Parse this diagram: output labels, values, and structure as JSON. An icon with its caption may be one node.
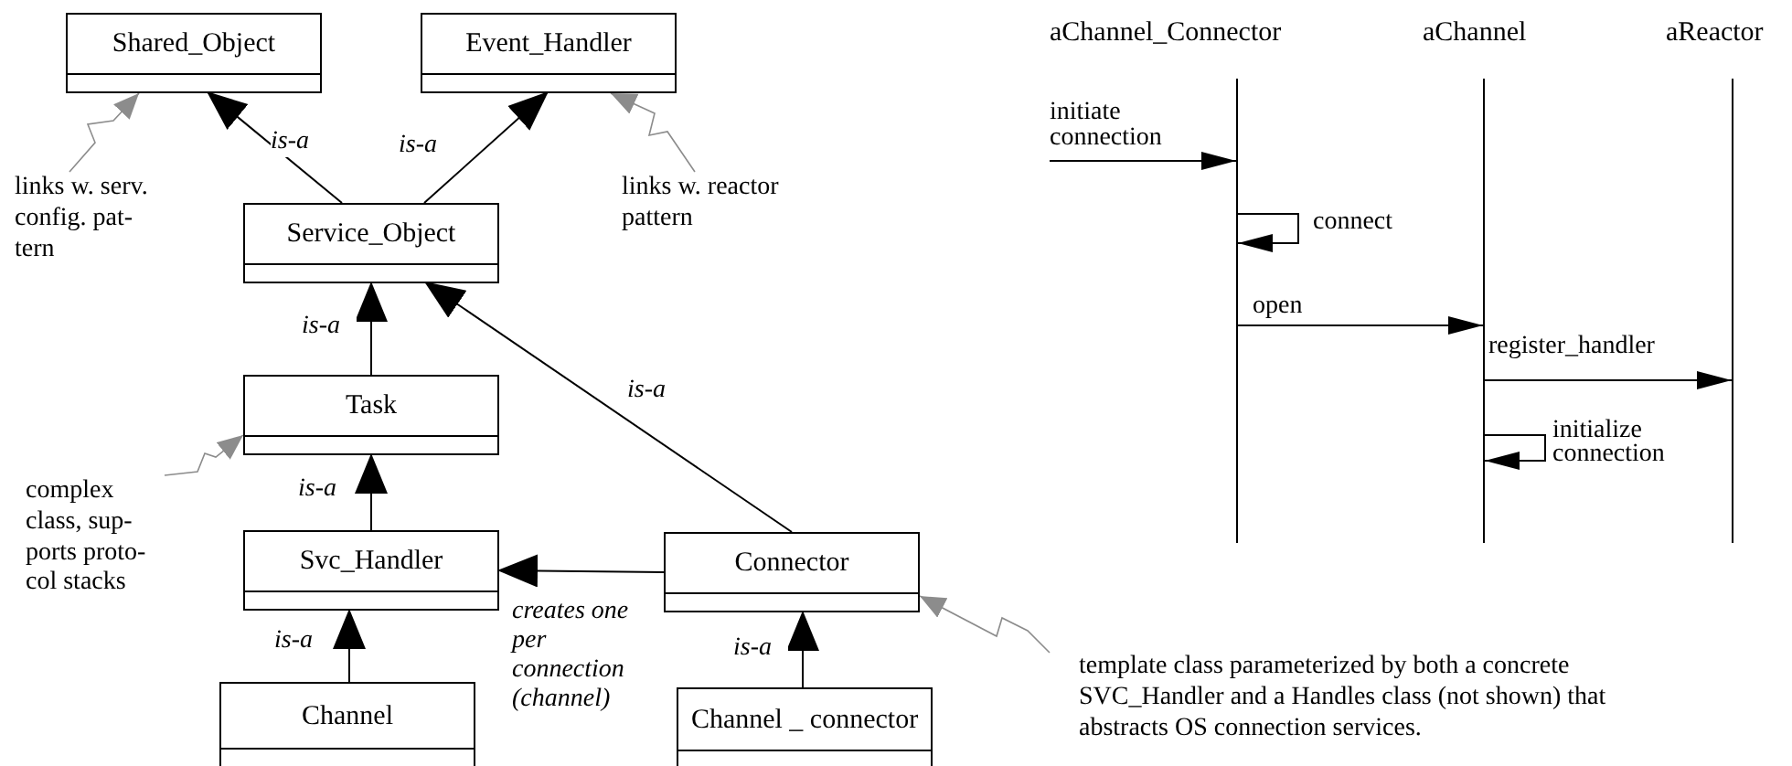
{
  "diagram": {
    "nodes": [
      {
        "text": [
          "Shared_Object"
        ]
      },
      {
        "text": [
          "Event_Handler"
        ]
      },
      {
        "text": [
          "Service_Object"
        ]
      },
      {
        "text": [
          "Task"
        ]
      },
      {
        "text": [
          "Svc_Handler"
        ]
      },
      {
        "text": [
          "Connector"
        ]
      },
      {
        "text": [
          "Channel"
        ]
      },
      {
        "text": [
          "Channel _ connector"
        ]
      },
      {
        "text": [
          "links w. serv. config. pat- tern"
        ]
      },
      {
        "text": [
          "links w. reactor pattern"
        ]
      },
      {
        "text": [
          "complex class, sup- ports proto- col stacks"
        ]
      },
      {
        "text": [
          "template class parameterized by  both a concrete SVC_Handler and a Handles class (not shown) that abstracts OS connection services."
        ]
      },
      {
        "text": [
          "aChannel_Connector"
        ]
      },
      {
        "text": [
          "aChannel"
        ]
      },
      {
        "text": [
          "aReactor"
        ]
      },
      {
        "text": [],
        "shape": "bar"
      },
      {
        "text": [],
        "shape": "bar"
      },
      {
        "text": [],
        "shape": "bar"
      }
    ],
    "edges": [
      {
        "from": 2,
        "to": 0,
        "arrow": "to",
        "label": "is-a"
      },
      {
        "from": 2,
        "to": 1,
        "arrow": "to",
        "label": "is-a"
      },
      {
        "from": 3,
        "to": 2,
        "arrow": "to",
        "label": "is-a"
      },
      {
        "from": 5,
        "to": 2,
        "arrow": "to",
        "label": "is-a"
      },
      {
        "from": 4,
        "to": 3,
        "arrow": "to",
        "label": "is-a"
      },
      {
        "from": 6,
        "to": 4,
        "arrow": "to",
        "label": "is-a"
      },
      {
        "from": 7,
        "to": 5,
        "arrow": "to",
        "label": "is-a"
      },
      {
        "from": 5,
        "to": 4,
        "arrow": "to",
        "label": "creates one per connection (channel)"
      },
      {
        "from": 8,
        "to": 0,
        "arrow": "to",
        "color": "#8c8c8c"
      },
      {
        "from": 9,
        "to": 1,
        "arrow": "to",
        "color": "#8c8c8c"
      },
      {
        "from": 10,
        "to": 3,
        "arrow": "to",
        "color": "#8c8c8c"
      },
      {
        "from": 11,
        "to": 5,
        "arrow": "to",
        "color": "#8c8c8c"
      },
      {
        "from": null,
        "to": 15,
        "arrow": "to",
        "label": "initiate connection"
      },
      {
        "from": 15,
        "to": 15,
        "arrow": "to",
        "label": "connect"
      },
      {
        "from": 15,
        "to": 16,
        "arrow": "to",
        "label": "open"
      },
      {
        "from": 16,
        "to": 17,
        "arrow": "to",
        "label": "register_handler"
      },
      {
        "from": 16,
        "to": 16,
        "arrow": "to",
        "label": "initialize connection"
      }
    ]
  }
}
